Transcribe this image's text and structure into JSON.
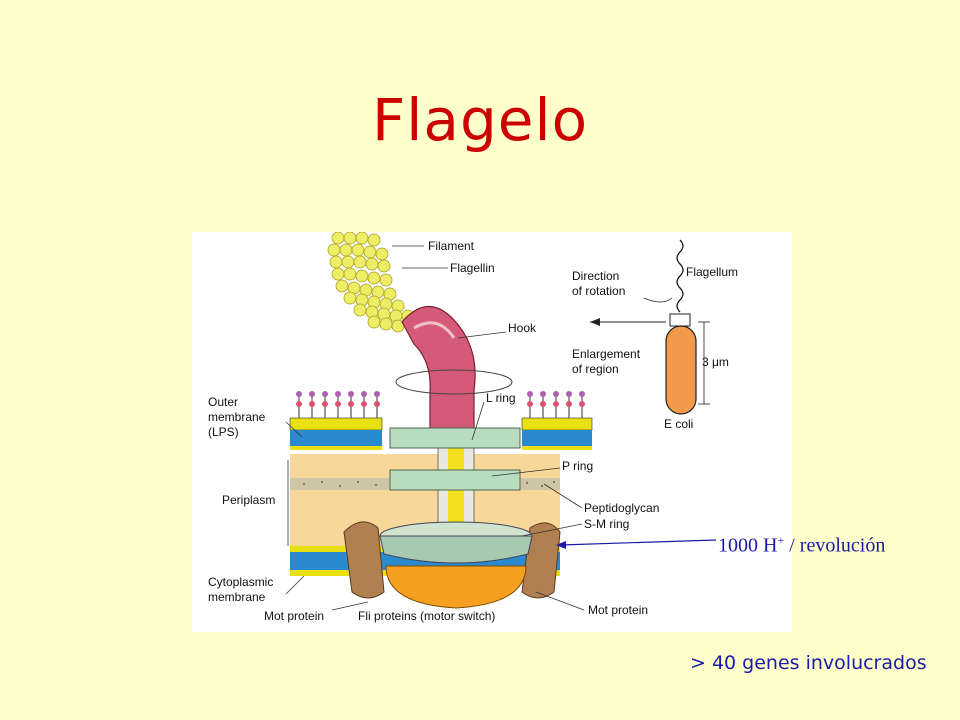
{
  "slide": {
    "title": "Flagelo",
    "proton_annotation": {
      "prefix": "1000 H",
      "superscript": "+",
      "suffix": " / revolución"
    },
    "genes_note": "> 40 genes involucrados"
  },
  "diagram": {
    "labels": {
      "filament": "Filament",
      "flagellin": "Flagellin",
      "hook": "Hook",
      "outer_membrane_1": "Outer",
      "outer_membrane_2": "membrane",
      "outer_membrane_3": "(LPS)",
      "l_ring": "L ring",
      "p_ring": "P ring",
      "periplasm": "Periplasm",
      "peptidoglycan": "Peptidoglycan",
      "sm_ring": "S-M ring",
      "cyto_1": "Cytoplasmic",
      "cyto_2": "membrane",
      "mot_left": "Mot protein",
      "fli": "Fli proteins (motor switch)",
      "mot_right": "Mot protein",
      "direction_1": "Direction",
      "direction_2": "of rotation",
      "flagellum": "Flagellum",
      "enlargement_1": "Enlargement",
      "enlargement_2": "of region",
      "scale": "3 μm",
      "ecoli": "E coli"
    },
    "colors": {
      "background": "#ffffcc",
      "title": "#cc0000",
      "annotation": "#1a1aa6",
      "flagellin": "#eeee66",
      "hook": "#d45a78",
      "lipid_head": "#e8e010",
      "lipid_tail": "#2a8ad0",
      "periplasm": "#f7d79a",
      "ring": "#b8dcc0",
      "fli": "#f5a020",
      "mot": "#b08050",
      "cell": "#f29a4a"
    }
  }
}
